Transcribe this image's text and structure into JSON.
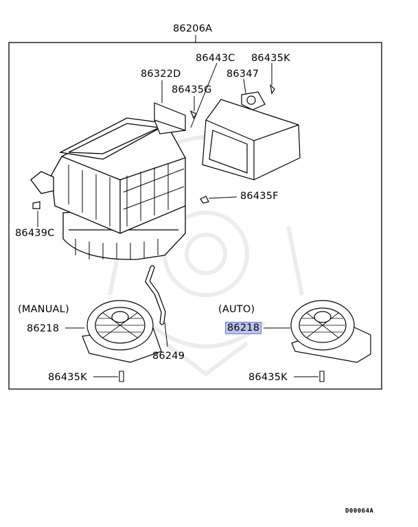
{
  "labels": {
    "assembly": "86206A",
    "p86443C": "86443C",
    "p86435K_top": "86435K",
    "p86322D": "86322D",
    "p86347": "86347",
    "p86435G": "86435G",
    "p86435F": "86435F",
    "p86439C": "86439C",
    "manual": "(MANUAL)",
    "auto": "(AUTO)",
    "p86218_manual": "86218",
    "p86218_auto": "86218",
    "p86249": "86249",
    "p86435K_left": "86435K",
    "p86435K_right": "86435K"
  },
  "diagram_code": "D00064A",
  "colors": {
    "highlight": "#b9c3ee",
    "watermark": "#ececec",
    "line": "#000000"
  }
}
